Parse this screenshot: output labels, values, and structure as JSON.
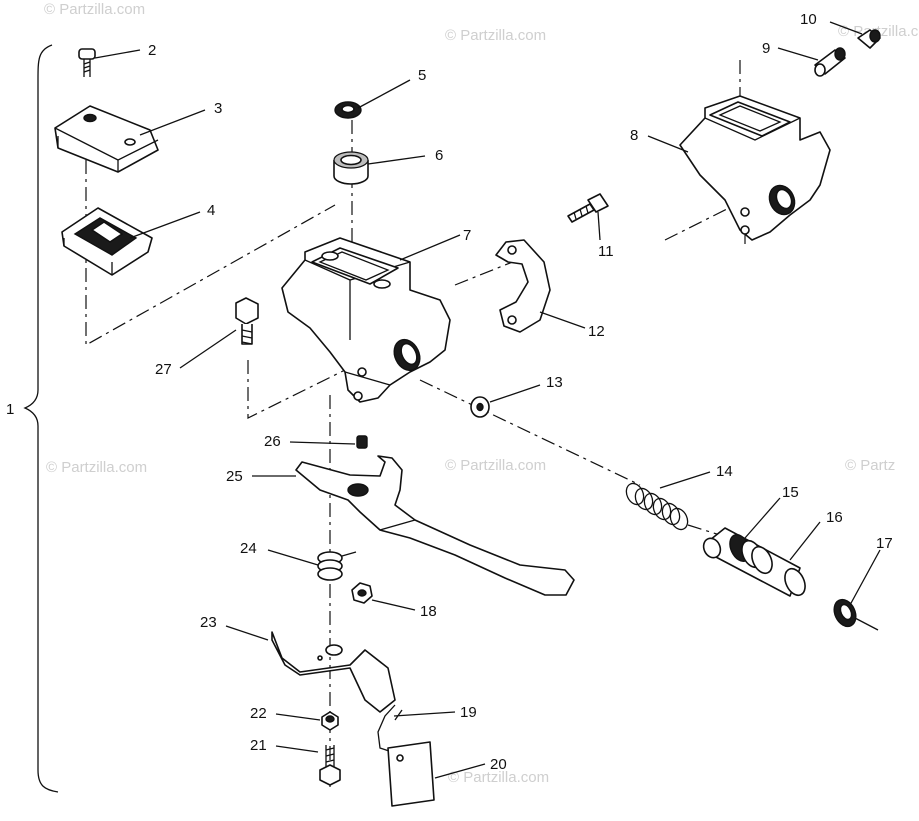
{
  "watermarks": [
    "© Partzilla.com",
    "© Partzilla.com",
    "© Partzilla.com",
    "© Partzilla.com",
    "© Partzilla.com",
    "© Partzilla.com",
    "© Partz"
  ],
  "callouts": [
    "1",
    "2",
    "3",
    "4",
    "5",
    "6",
    "7",
    "8",
    "9",
    "10",
    "11",
    "12",
    "13",
    "14",
    "15",
    "16",
    "17",
    "18",
    "19",
    "20",
    "21",
    "22",
    "23",
    "24",
    "25",
    "26",
    "27"
  ]
}
